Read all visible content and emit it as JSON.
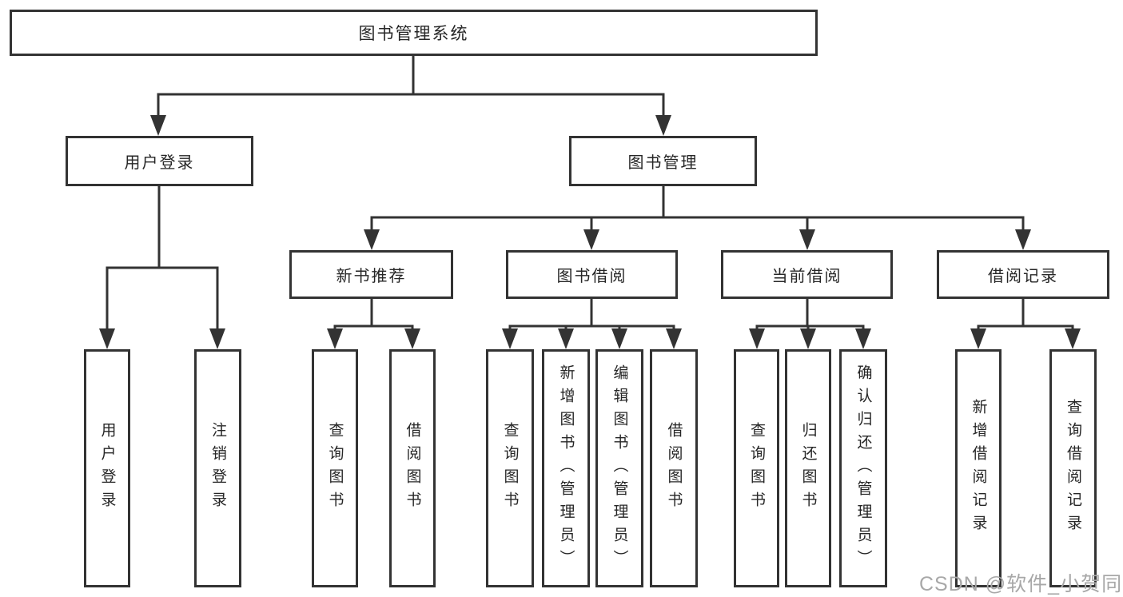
{
  "diagram_type": "hierarchy-tree",
  "root": {
    "label": "图书管理系统"
  },
  "level2": [
    {
      "label": "用户登录"
    },
    {
      "label": "图书管理"
    }
  ],
  "level3": [
    {
      "label": "新书推荐",
      "parent": "图书管理"
    },
    {
      "label": "图书借阅",
      "parent": "图书管理"
    },
    {
      "label": "当前借阅",
      "parent": "图书管理"
    },
    {
      "label": "借阅记录",
      "parent": "图书管理"
    }
  ],
  "leaves": [
    {
      "label": "用户登录",
      "parent": "用户登录"
    },
    {
      "label": "注销登录",
      "parent": "用户登录"
    },
    {
      "label": "查询图书",
      "parent": "新书推荐"
    },
    {
      "label": "借阅图书",
      "parent": "新书推荐"
    },
    {
      "label": "查询图书",
      "parent": "图书借阅"
    },
    {
      "label": "新增图书（管理员）",
      "parent": "图书借阅"
    },
    {
      "label": "编辑图书（管理员）",
      "parent": "图书借阅"
    },
    {
      "label": "借阅图书",
      "parent": "图书借阅"
    },
    {
      "label": "查询图书",
      "parent": "当前借阅"
    },
    {
      "label": "归还图书",
      "parent": "当前借阅"
    },
    {
      "label": "确认归还（管理员）",
      "parent": "当前借阅"
    },
    {
      "label": "新增借阅记录",
      "parent": "借阅记录"
    },
    {
      "label": "查询借阅记录",
      "parent": "借阅记录"
    }
  ],
  "watermark": "CSDN @软件_小贺同学",
  "colors": {
    "line": "#333333",
    "text": "#262626",
    "watermark": "#a8a8a8",
    "background": "#ffffff"
  }
}
